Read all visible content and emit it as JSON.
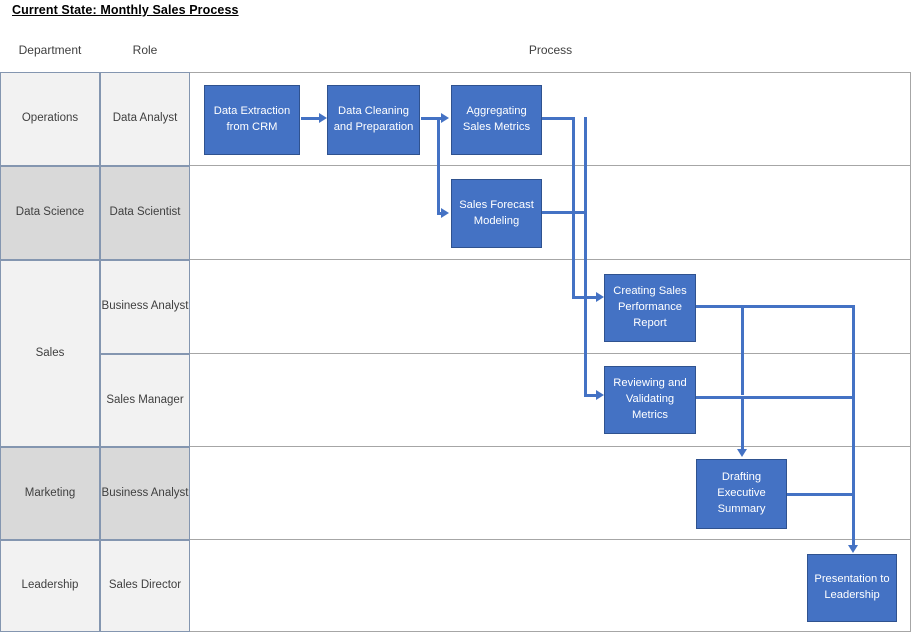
{
  "title": "Current State: Monthly Sales Process",
  "headers": {
    "department": "Department",
    "role": "Role",
    "process": "Process"
  },
  "colors": {
    "box_fill": "#4472C4",
    "box_border": "#2F528F",
    "connector": "#4472C4",
    "lane_light": "#F2F2F2",
    "lane_dark": "#D9D9D9",
    "grid_line": "#A6A6A6",
    "cell_border": "#8496B0",
    "text_dark": "#3F3F3F",
    "text_light": "#FFFFFF"
  },
  "lanes": [
    {
      "department": "Operations",
      "role": "Data Analyst",
      "shade": "light"
    },
    {
      "department": "Data Science",
      "role": "Data Scientist",
      "shade": "dark"
    },
    {
      "department": "Sales",
      "role": "Business Analyst",
      "shade": "light"
    },
    {
      "department": "",
      "role": "Sales Manager",
      "shade": "light"
    },
    {
      "department": "Marketing",
      "role": "Business Analyst",
      "shade": "dark"
    },
    {
      "department": "Leadership",
      "role": "Sales Director",
      "shade": "light"
    }
  ],
  "departments": [
    {
      "label": "Operations"
    },
    {
      "label": "Data Science"
    },
    {
      "label": "Sales"
    },
    {
      "label": "Marketing"
    },
    {
      "label": "Leadership"
    }
  ],
  "roles": [
    {
      "label": "Data Analyst"
    },
    {
      "label": "Data Scientist"
    },
    {
      "label": "Business Analyst"
    },
    {
      "label": "Sales Manager"
    },
    {
      "label": "Business Analyst"
    },
    {
      "label": "Sales Director"
    }
  ],
  "process_steps": [
    {
      "id": "step1",
      "label": "Data Extraction from CRM",
      "lane": "Operations / Data Analyst"
    },
    {
      "id": "step2",
      "label": "Data Cleaning and Preparation",
      "lane": "Operations / Data Analyst"
    },
    {
      "id": "step3",
      "label": "Aggregating Sales Metrics",
      "lane": "Operations / Data Analyst"
    },
    {
      "id": "step4",
      "label": "Sales Forecast Modeling",
      "lane": "Data Science / Data Scientist"
    },
    {
      "id": "step5",
      "label": "Creating Sales Performance Report",
      "lane": "Sales / Business Analyst"
    },
    {
      "id": "step6",
      "label": "Reviewing and Validating Metrics",
      "lane": "Sales / Sales Manager"
    },
    {
      "id": "step7",
      "label": "Drafting Executive Summary",
      "lane": "Marketing / Business Analyst"
    },
    {
      "id": "step8",
      "label": "Presentation to Leadership",
      "lane": "Leadership / Sales Director"
    }
  ],
  "connections": [
    {
      "from": "step1",
      "to": "step2"
    },
    {
      "from": "step2",
      "to": "step3"
    },
    {
      "from": "step2",
      "to": "step4"
    },
    {
      "from": "step3",
      "to": "step5"
    },
    {
      "from": "step4",
      "to": "step6"
    },
    {
      "from": "step5",
      "to": "step7"
    },
    {
      "from": "step6",
      "to": "step7"
    },
    {
      "from": "step5",
      "to": "step8"
    },
    {
      "from": "step6",
      "to": "step8"
    },
    {
      "from": "step7",
      "to": "step8"
    }
  ]
}
